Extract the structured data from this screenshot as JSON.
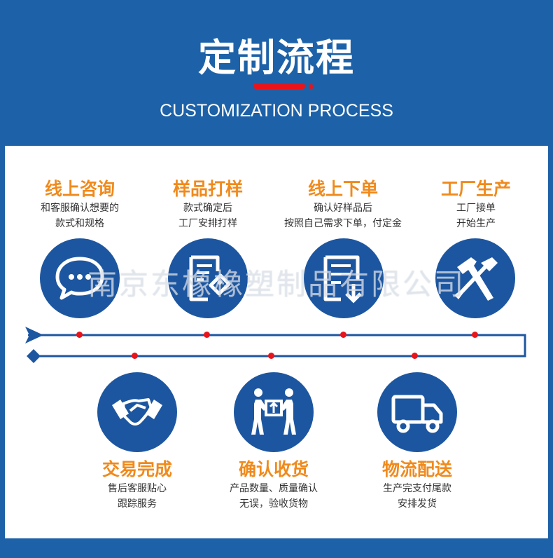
{
  "header": {
    "title": "定制流程",
    "subtitle": "CUSTOMIZATION PROCESS"
  },
  "watermark": "南京东橡橡塑制品有限公司",
  "steps_top": [
    {
      "title": "线上咨询",
      "desc1": "和客服确认想要的",
      "desc2": "款式和规格",
      "icon": "chat-bubble-icon"
    },
    {
      "title": "样品打样",
      "desc1": "款式确定后",
      "desc2": "工厂安排打样",
      "icon": "document-tag-icon"
    },
    {
      "title": "线上下单",
      "desc1": "确认好样品后",
      "desc2": "按照自己需求下单，付定金",
      "icon": "document-download-icon"
    },
    {
      "title": "工厂生产",
      "desc1": "工厂接单",
      "desc2": "开始生产",
      "icon": "hammer-screwdriver-icon"
    }
  ],
  "steps_bottom": [
    {
      "title": "交易完成",
      "desc1": "售后客服贴心",
      "desc2": "跟踪服务",
      "icon": "handshake-icon"
    },
    {
      "title": "确认收货",
      "desc1": "产品数量、质量确认",
      "desc2": "无误，验收货物",
      "icon": "package-handover-icon"
    },
    {
      "title": "物流配送",
      "desc1": "生产完支付尾款",
      "desc2": "安排发货",
      "icon": "delivery-truck-icon"
    }
  ],
  "colors": {
    "background": "#1d62a8",
    "accent_orange": "#f08a1c",
    "circle_blue": "#1d56a0",
    "dot_red": "#e8141b"
  }
}
